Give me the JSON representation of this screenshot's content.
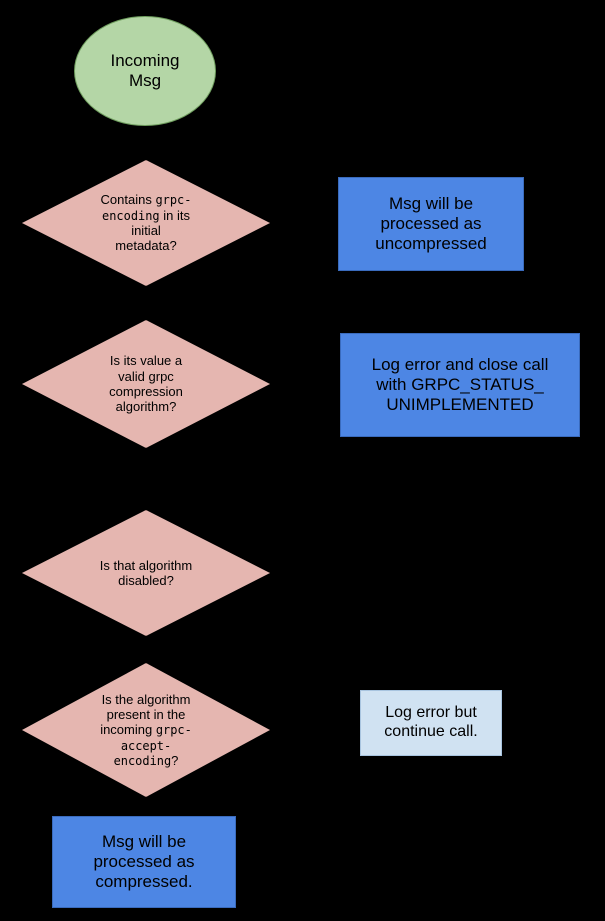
{
  "diagram": {
    "title": "gRPC incoming message compression handling flowchart",
    "background_color": "#000000",
    "colors": {
      "terminator_fill": "#b4d6a6",
      "decision_fill": "#e5b6b0",
      "process_blue_fill": "#4d86e4",
      "process_lightblue_fill": "#d0e2f2",
      "text": "#000000"
    },
    "nodes": [
      {
        "id": "start",
        "type": "terminator",
        "shape": "ellipse",
        "label": "Incoming\nMsg",
        "fill": "#b4d6a6"
      },
      {
        "id": "decision-has-grpc-encoding",
        "type": "decision",
        "shape": "diamond",
        "label_parts": [
          {
            "text": "Contains ",
            "mono": false
          },
          {
            "text": "grpc-\nencoding",
            "mono": true
          },
          {
            "text": " in its\ninitial\nmetadata?",
            "mono": false
          }
        ],
        "label_plain": "Contains grpc-encoding in its initial metadata?",
        "fill": "#e5b6b0"
      },
      {
        "id": "process-uncompressed",
        "type": "process",
        "shape": "rectangle",
        "label": "Msg will be\nprocessed as\nuncompressed",
        "fill": "#4d86e4"
      },
      {
        "id": "decision-valid-algorithm",
        "type": "decision",
        "shape": "diamond",
        "label_plain": "Is its value a\nvalid grpc\ncompression\nalgorithm?",
        "fill": "#e5b6b0"
      },
      {
        "id": "process-log-close-unimplemented",
        "type": "process",
        "shape": "rectangle",
        "label": "Log error and close call\nwith GRPC_STATUS_\nUNIMPLEMENTED",
        "fill": "#4d86e4"
      },
      {
        "id": "decision-algorithm-disabled",
        "type": "decision",
        "shape": "diamond",
        "label_plain": "Is that algorithm\ndisabled?",
        "fill": "#e5b6b0"
      },
      {
        "id": "decision-in-accept-encoding",
        "type": "decision",
        "shape": "diamond",
        "label_parts": [
          {
            "text": "Is the algorithm\npresent in the\nincoming ",
            "mono": false
          },
          {
            "text": "grpc-\naccept-\nencoding",
            "mono": true
          },
          {
            "text": "?",
            "mono": false
          }
        ],
        "label_plain": "Is the algorithm present in the incoming grpc-accept-encoding?",
        "fill": "#e5b6b0"
      },
      {
        "id": "process-log-continue",
        "type": "process",
        "shape": "rectangle",
        "label": "Log error but\ncontinue call.",
        "fill": "#d0e2f2"
      },
      {
        "id": "process-compressed",
        "type": "process",
        "shape": "rectangle",
        "label": "Msg will be\nprocessed as\ncompressed.",
        "fill": "#4d86e4"
      }
    ]
  }
}
